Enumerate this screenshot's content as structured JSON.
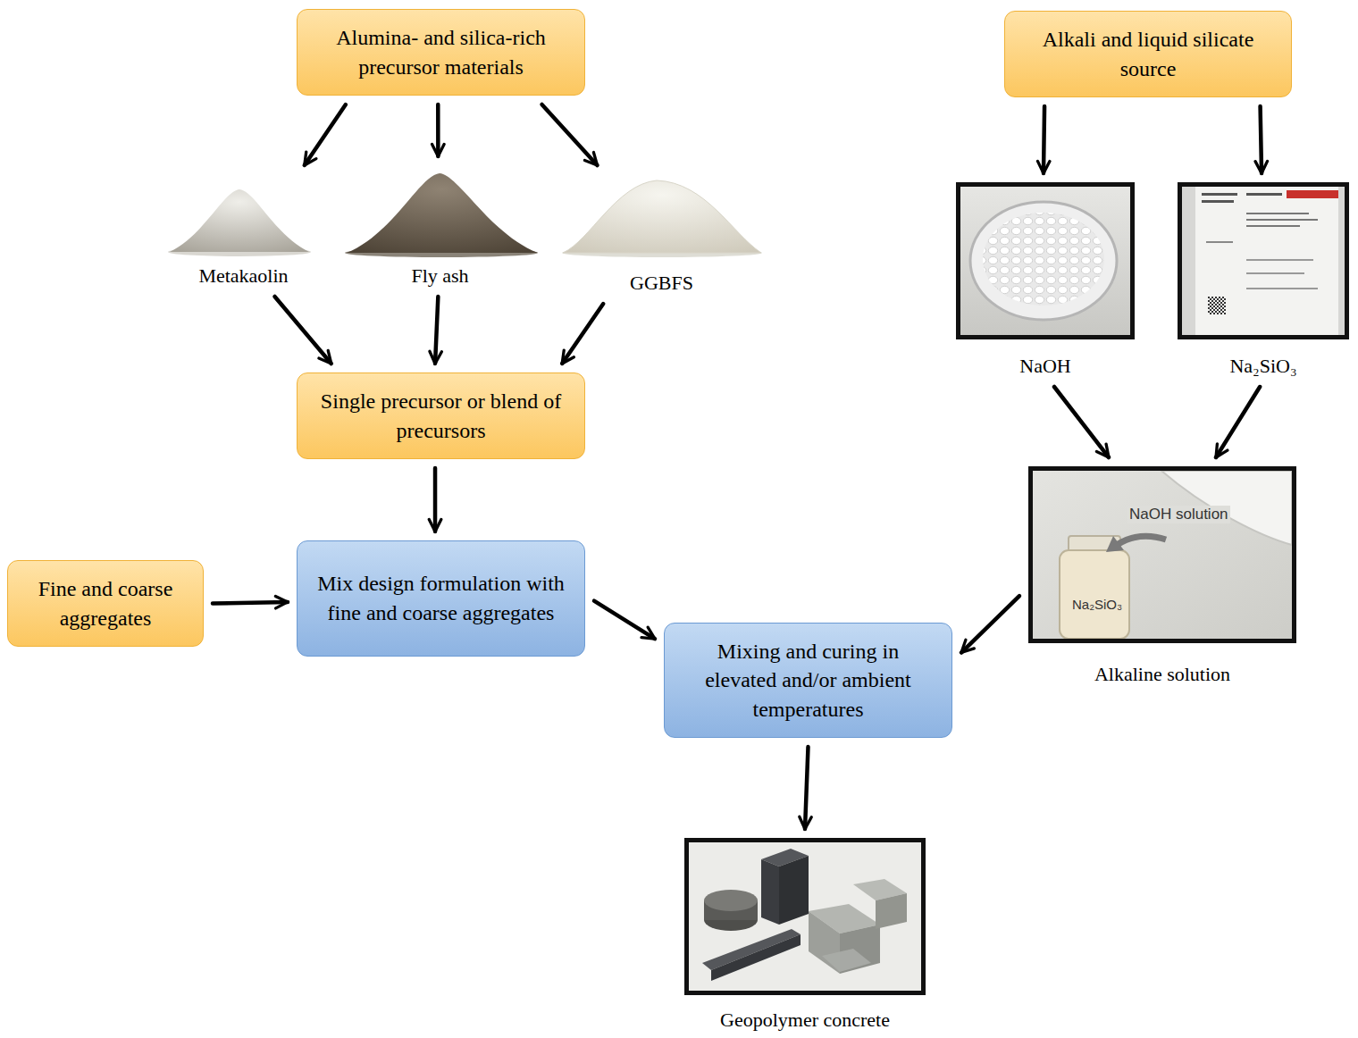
{
  "diagram": {
    "nodes": [
      {
        "text": [
          "Alumina- and silica-rich precursor materials"
        ]
      },
      {
        "text": [
          "Alkali and liquid silicate source"
        ]
      },
      {
        "text": [
          "Metakaolin"
        ]
      },
      {
        "text": [
          "Fly ash"
        ]
      },
      {
        "text": [
          "GGBFS"
        ]
      },
      {
        "text": [
          "NaOH"
        ]
      },
      {
        "text": [
          "Na₂SiO₃"
        ]
      },
      {
        "text": [
          "Single precursor or blend of precursors"
        ]
      },
      {
        "text": [
          "Fine and coarse aggregates"
        ]
      },
      {
        "text": [
          "Mix design formulation with fine and coarse aggregates"
        ]
      },
      {
        "text": [
          "Alkaline solution"
        ]
      },
      {
        "text": [
          "Mixing and curing in elevated and/or ambient temperatures"
        ]
      },
      {
        "text": [
          "Geopolymer concrete"
        ]
      }
    ],
    "edges": [
      {
        "from": 0,
        "to": 2,
        "arrow": "to"
      },
      {
        "from": 0,
        "to": 3,
        "arrow": "to"
      },
      {
        "from": 0,
        "to": 4,
        "arrow": "to"
      },
      {
        "from": 1,
        "to": 5,
        "arrow": "to"
      },
      {
        "from": 1,
        "to": 6,
        "arrow": "to"
      },
      {
        "from": 2,
        "to": 7,
        "arrow": "to"
      },
      {
        "from": 3,
        "to": 7,
        "arrow": "to"
      },
      {
        "from": 4,
        "to": 7,
        "arrow": "to"
      },
      {
        "from": 5,
        "to": 10,
        "arrow": "to"
      },
      {
        "from": 6,
        "to": 10,
        "arrow": "to"
      },
      {
        "from": 7,
        "to": 9,
        "arrow": "to"
      },
      {
        "from": 8,
        "to": 9,
        "arrow": "to"
      },
      {
        "from": 9,
        "to": 11,
        "arrow": "to"
      },
      {
        "from": 10,
        "to": 11,
        "arrow": "to"
      },
      {
        "from": 11,
        "to": 12,
        "arrow": "to"
      }
    ],
    "labels": [
      "NaOH solution",
      "Na₂SiO₃"
    ]
  }
}
